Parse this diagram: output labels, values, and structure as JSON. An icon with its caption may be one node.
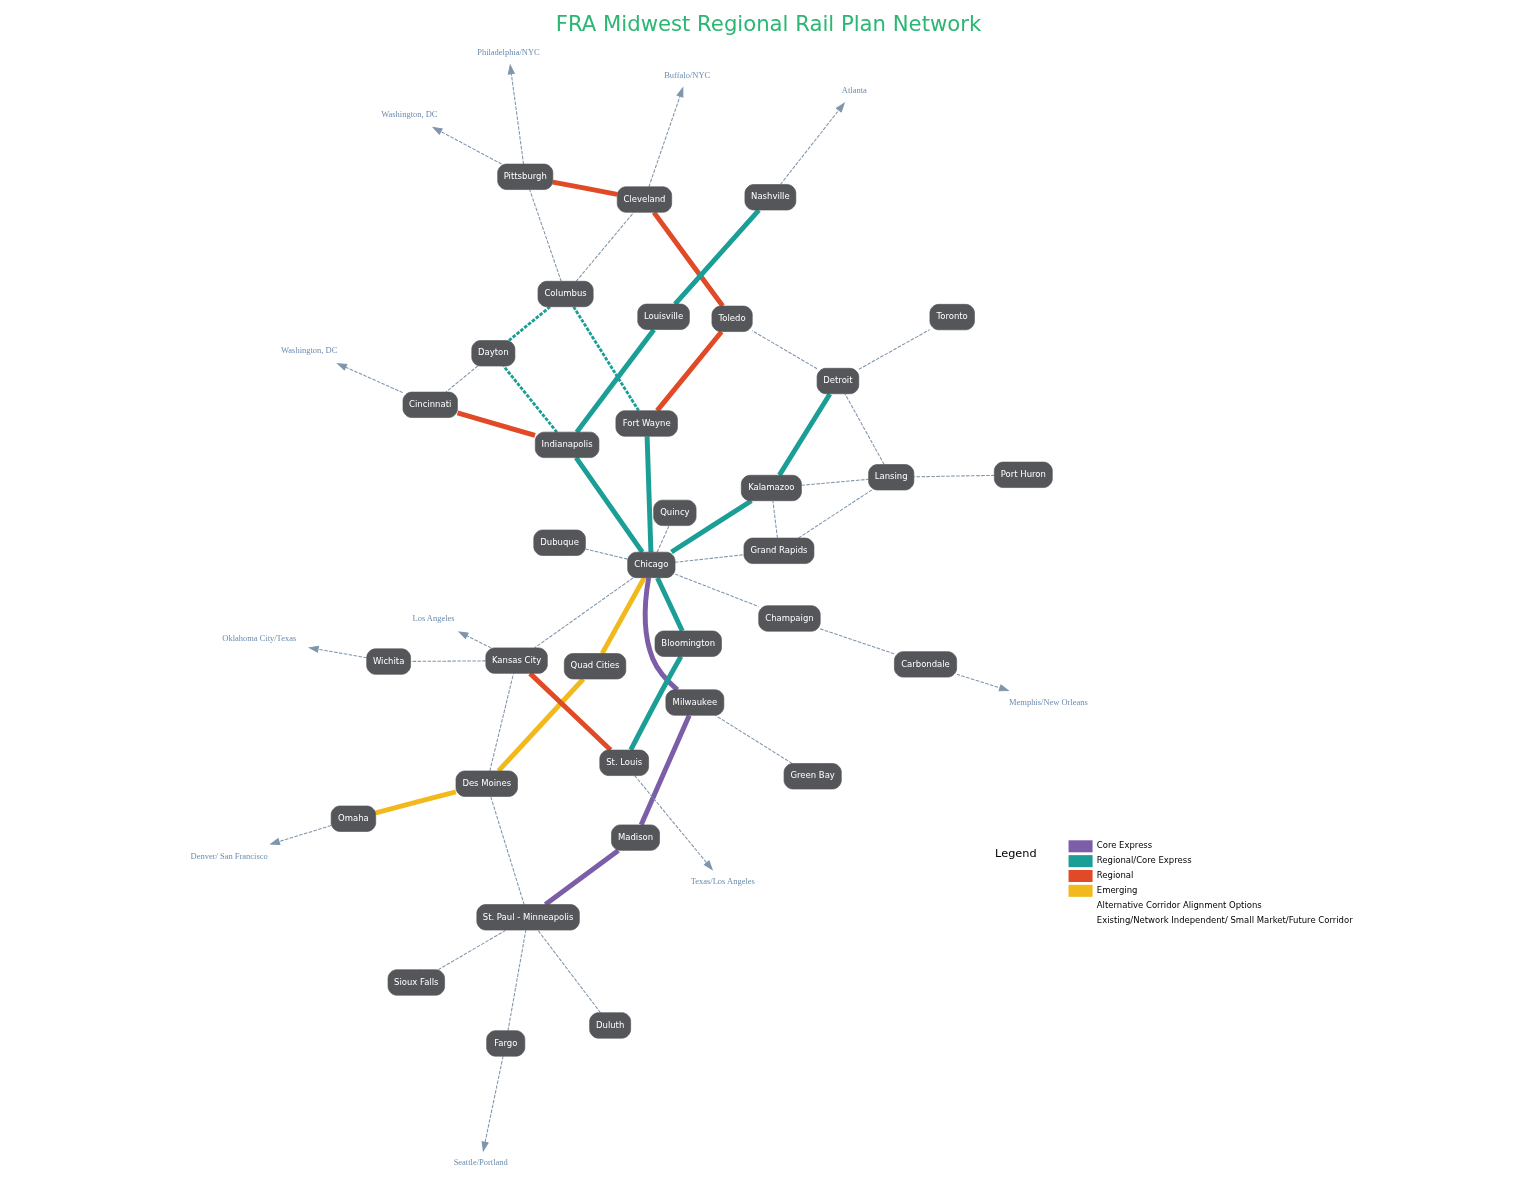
{
  "diagram": {
    "title": "FRA Midwest Regional Rail Plan Network",
    "nodes": [
      {
        "text": [
          "Fargo"
        ]
      },
      {
        "text": [
          "Duluth"
        ]
      },
      {
        "text": [
          "St. Paul - Minneapolis"
        ]
      },
      {
        "text": [
          "Sioux Falls"
        ]
      },
      {
        "text": [
          "Green Bay"
        ]
      },
      {
        "text": [
          "Madison"
        ]
      },
      {
        "text": [
          "Milwaukee"
        ]
      },
      {
        "text": [
          "Grand Rapids"
        ]
      },
      {
        "text": [
          "Port Huron"
        ]
      },
      {
        "text": [
          "Toronto"
        ]
      },
      {
        "text": [
          "Lansing"
        ]
      },
      {
        "text": [
          "Dubuque"
        ]
      },
      {
        "text": [
          "Kalamazoo"
        ]
      },
      {
        "text": [
          "Detroit"
        ]
      },
      {
        "text": [
          "Omaha"
        ]
      },
      {
        "text": [
          "Des Moines"
        ]
      },
      {
        "text": [
          "Quad Cities"
        ]
      },
      {
        "text": [
          "Chicago"
        ]
      },
      {
        "text": [
          "Fort Wayne"
        ]
      },
      {
        "text": [
          "Toledo"
        ]
      },
      {
        "text": [
          "Cleveland"
        ]
      },
      {
        "text": [
          "Bloomington"
        ]
      },
      {
        "text": [
          "Quincy"
        ]
      },
      {
        "text": [
          "Champaign"
        ]
      },
      {
        "text": [
          "Indianapolis"
        ]
      },
      {
        "text": [
          "Dayton"
        ]
      },
      {
        "text": [
          "Columbus"
        ]
      },
      {
        "text": [
          "Pittsburgh"
        ]
      },
      {
        "text": [
          "Cincinnati"
        ]
      },
      {
        "text": [
          "St. Louis"
        ]
      },
      {
        "text": [
          "Kansas City"
        ]
      },
      {
        "text": [
          "Louisville"
        ]
      },
      {
        "text": [
          "Wichita"
        ]
      },
      {
        "text": [
          "Carbondale"
        ]
      },
      {
        "text": [
          "Nashville"
        ]
      },
      {
        "text": [
          "Seattle/Portland"
        ]
      },
      {
        "text": [
          "Denver/ San Francisco"
        ]
      },
      {
        "text": [
          "Buffalo/NYC"
        ]
      },
      {
        "text": [
          "Philadelphia/NYC"
        ]
      },
      {
        "text": [
          "Washington, DC"
        ]
      },
      {
        "text": [
          "Washington, DC"
        ]
      },
      {
        "text": [
          "Los Angeles"
        ]
      },
      {
        "text": [
          "Oklahoma City/Texas"
        ]
      },
      {
        "text": [
          "Texas/Los Angeles"
        ]
      },
      {
        "text": [
          "Memphis/New Orleans"
        ]
      },
      {
        "text": [
          "Atlanta"
        ]
      }
    ],
    "edges": [
      {
        "from": 2,
        "to": 5,
        "arrow": "none",
        "style": "thick",
        "color": "#7b5ea7"
      },
      {
        "from": 5,
        "to": 6,
        "arrow": "none",
        "style": "thick",
        "color": "#7b5ea7"
      },
      {
        "from": 6,
        "to": 17,
        "arrow": "none",
        "style": "thick",
        "color": "#7b5ea7"
      },
      {
        "from": 17,
        "to": 12,
        "arrow": "none",
        "style": "thick",
        "color": "#1a9e96"
      },
      {
        "from": 12,
        "to": 13,
        "arrow": "none",
        "style": "thick",
        "color": "#1a9e96"
      },
      {
        "from": 17,
        "to": 18,
        "arrow": "none",
        "style": "thick",
        "color": "#1a9e96"
      },
      {
        "from": 17,
        "to": 21,
        "arrow": "none",
        "style": "thick",
        "color": "#1a9e96"
      },
      {
        "from": 21,
        "to": 29,
        "arrow": "none",
        "style": "thick",
        "color": "#1a9e96"
      },
      {
        "from": 17,
        "to": 24,
        "arrow": "none",
        "style": "thick",
        "color": "#1a9e96"
      },
      {
        "from": 24,
        "to": 31,
        "arrow": "none",
        "style": "thick",
        "color": "#1a9e96"
      },
      {
        "from": 31,
        "to": 34,
        "arrow": "none",
        "style": "thick",
        "color": "#1a9e96"
      },
      {
        "from": 18,
        "to": 19,
        "arrow": "none",
        "style": "thick",
        "color": "#e04a26"
      },
      {
        "from": 19,
        "to": 20,
        "arrow": "none",
        "style": "thick",
        "color": "#e04a26"
      },
      {
        "from": 20,
        "to": 27,
        "arrow": "none",
        "style": "thick",
        "color": "#e04a26"
      },
      {
        "from": 24,
        "to": 28,
        "arrow": "none",
        "style": "thick",
        "color": "#e04a26"
      },
      {
        "from": 30,
        "to": 29,
        "arrow": "none",
        "style": "thick",
        "color": "#e04a26"
      },
      {
        "from": 14,
        "to": 15,
        "arrow": "none",
        "style": "thick",
        "color": "#f2b91c"
      },
      {
        "from": 15,
        "to": 16,
        "arrow": "none",
        "style": "thick",
        "color": "#f2b91c"
      },
      {
        "from": 16,
        "to": 17,
        "arrow": "none",
        "style": "thick",
        "color": "#f2b91c"
      },
      {
        "from": 18,
        "to": 26,
        "arrow": "none",
        "style": "dashed",
        "color": "#1a9e96"
      },
      {
        "from": 24,
        "to": 25,
        "arrow": "none",
        "style": "dashed",
        "color": "#1a9e96"
      },
      {
        "from": 25,
        "to": 26,
        "arrow": "none",
        "style": "dashed",
        "color": "#1a9e96"
      },
      {
        "from": 0,
        "to": 2,
        "arrow": "none",
        "style": "dashed"
      },
      {
        "from": 1,
        "to": 2,
        "arrow": "none",
        "style": "dashed"
      },
      {
        "from": 3,
        "to": 2,
        "arrow": "none",
        "style": "dashed"
      },
      {
        "from": 2,
        "to": 15,
        "arrow": "none",
        "style": "dashed"
      },
      {
        "from": 15,
        "to": 30,
        "arrow": "none",
        "style": "dashed"
      },
      {
        "from": 4,
        "to": 6,
        "arrow": "none",
        "style": "dashed"
      },
      {
        "from": 11,
        "to": 17,
        "arrow": "none",
        "style": "dashed"
      },
      {
        "from": 17,
        "to": 7,
        "arrow": "none",
        "style": "dashed"
      },
      {
        "from": 7,
        "to": 12,
        "arrow": "none",
        "style": "dashed"
      },
      {
        "from": 7,
        "to": 10,
        "arrow": "none",
        "style": "dashed"
      },
      {
        "from": 8,
        "to": 10,
        "arrow": "none",
        "style": "dashed"
      },
      {
        "from": 12,
        "to": 10,
        "arrow": "none",
        "style": "dashed"
      },
      {
        "from": 10,
        "to": 13,
        "arrow": "none",
        "style": "dashed"
      },
      {
        "from": 13,
        "to": 9,
        "arrow": "none",
        "style": "dashed"
      },
      {
        "from": 13,
        "to": 19,
        "arrow": "none",
        "style": "dashed"
      },
      {
        "from": 26,
        "to": 20,
        "arrow": "none",
        "style": "dashed"
      },
      {
        "from": 26,
        "to": 27,
        "arrow": "none",
        "style": "dashed"
      },
      {
        "from": 25,
        "to": 28,
        "arrow": "none",
        "style": "dashed"
      },
      {
        "from": 17,
        "to": 23,
        "arrow": "none",
        "style": "dashed"
      },
      {
        "from": 23,
        "to": 33,
        "arrow": "none",
        "style": "dashed"
      },
      {
        "from": 17,
        "to": 30,
        "arrow": "none",
        "style": "dashed"
      },
      {
        "from": 17,
        "to": 22,
        "arrow": "none",
        "style": "dashed"
      },
      {
        "from": 30,
        "to": 32,
        "arrow": "none",
        "style": "dashed"
      },
      {
        "from": 0,
        "to": 35,
        "arrow": "to",
        "style": "dashed"
      },
      {
        "from": 14,
        "to": 36,
        "arrow": "to",
        "style": "dashed"
      },
      {
        "from": 20,
        "to": 37,
        "arrow": "to",
        "style": "dashed"
      },
      {
        "from": 27,
        "to": 38,
        "arrow": "to",
        "style": "dashed"
      },
      {
        "from": 27,
        "to": 39,
        "arrow": "to",
        "style": "dashed"
      },
      {
        "from": 28,
        "to": 40,
        "arrow": "to",
        "style": "dashed"
      },
      {
        "from": 30,
        "to": 41,
        "arrow": "to",
        "style": "dashed"
      },
      {
        "from": 32,
        "to": 42,
        "arrow": "to",
        "style": "dashed"
      },
      {
        "from": 29,
        "to": 43,
        "arrow": "to",
        "style": "dashed"
      },
      {
        "from": 33,
        "to": 44,
        "arrow": "to",
        "style": "dashed"
      },
      {
        "from": 34,
        "to": 45,
        "arrow": "to",
        "style": "dashed"
      }
    ],
    "labels": [
      "Legend"
    ],
    "legend": [
      {
        "text": "Core Express",
        "color": "#7b5ea7"
      },
      {
        "text": "Regional/Core Express",
        "color": "#1a9e96"
      },
      {
        "text": "Regional",
        "color": "#e04a26"
      },
      {
        "text": "Emerging",
        "color": "#f2b91c"
      },
      {
        "text": "Alternative Corridor Alignment Options"
      },
      {
        "text": "Existing/Network Independent/ Small Market/Future Corridor"
      }
    ]
  }
}
